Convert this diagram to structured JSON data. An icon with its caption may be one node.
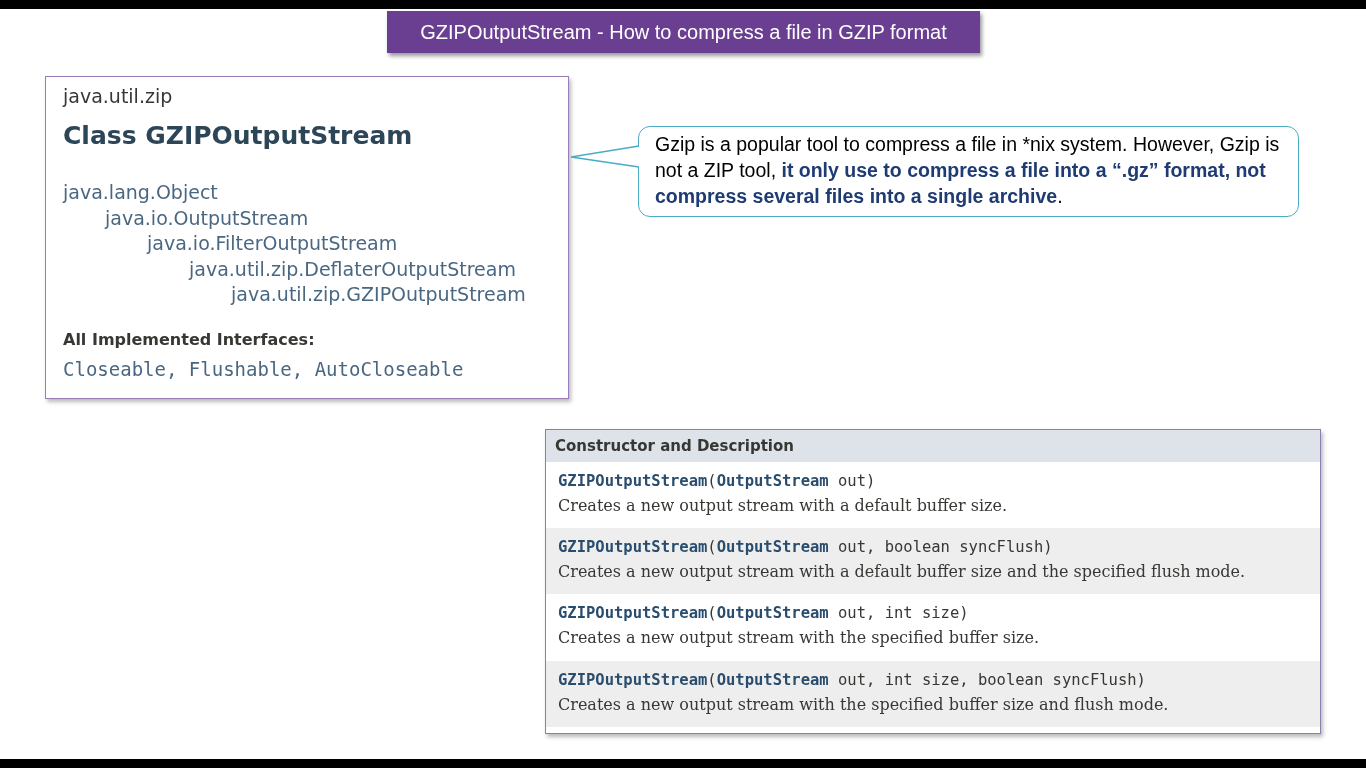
{
  "diagram": {
    "title": "GZIPOutputStream - How to compress a file in GZIP format",
    "nodes": [
      {
        "text": [
          "java.util.zip",
          "Class GZIPOutputStream",
          "java.lang.Object",
          "java.io.OutputStream",
          "java.io.FilterOutputStream",
          "java.util.zip.DeflaterOutputStream",
          "java.util.zip.GZIPOutputStream",
          "All Implemented Interfaces:",
          "Closeable, Flushable, AutoCloseable"
        ]
      },
      {
        "text": [
          "Gzip is a popular tool to compress a file in *nix system. However, Gzip is not a ZIP tool, **it only use to compress a file into a “.gz” format, not compress several files into a single archive**."
        ]
      },
      {
        "text": [
          "Constructor and Description"
        ]
      },
      {
        "text": [
          "**GZIPOutputStream**(**OutputStream** out)",
          "Creates a new output stream with a default buffer size."
        ],
        "in": 2
      },
      {
        "text": [
          "**GZIPOutputStream**(**OutputStream** out, boolean syncFlush)",
          "Creates a new output stream with a default buffer size and the specified flush mode."
        ],
        "in": 2
      },
      {
        "text": [
          "**GZIPOutputStream**(**OutputStream** out, int size)",
          "Creates a new output stream with the specified buffer size."
        ],
        "in": 2
      },
      {
        "text": [
          "**GZIPOutputStream**(**OutputStream** out, int size, boolean syncFlush)",
          "Creates a new output stream with the specified buffer size and flush mode."
        ],
        "in": 2
      }
    ],
    "edges": [
      {
        "from": 1,
        "to": 0,
        "arrow": "none"
      }
    ]
  }
}
